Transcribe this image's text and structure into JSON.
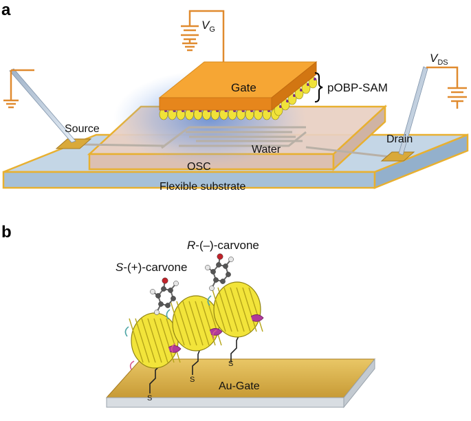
{
  "panel_a": {
    "label": "a",
    "gate": "Gate",
    "sam": "pOBP-SAM",
    "source": "Source",
    "drain": "Drain",
    "water": "Water",
    "osc": "OSC",
    "substrate": "Flexible substrate",
    "vg": {
      "symbol": "V",
      "sub": "G"
    },
    "vds": {
      "symbol": "V",
      "sub": "DS"
    }
  },
  "panel_b": {
    "label": "b",
    "r_carvone": {
      "prefix": "R",
      "rest": "-(–)-carvone"
    },
    "s_carvone": {
      "prefix": "S",
      "rest": "-(+)-carvone"
    },
    "thiol": "S",
    "au_gate": "Au-Gate"
  },
  "colors": {
    "wire": "#e08a2e",
    "substrate": "#a9c1d6",
    "substrate_edge": "#e8b030",
    "gate_top": "#f5a431",
    "gate_side": "#e2861c",
    "osc": "#e6c6b6",
    "electrode": "#d9a93a",
    "protein": "#f0e23a",
    "helix": "#b03a9a",
    "au": "#d9b24a"
  }
}
